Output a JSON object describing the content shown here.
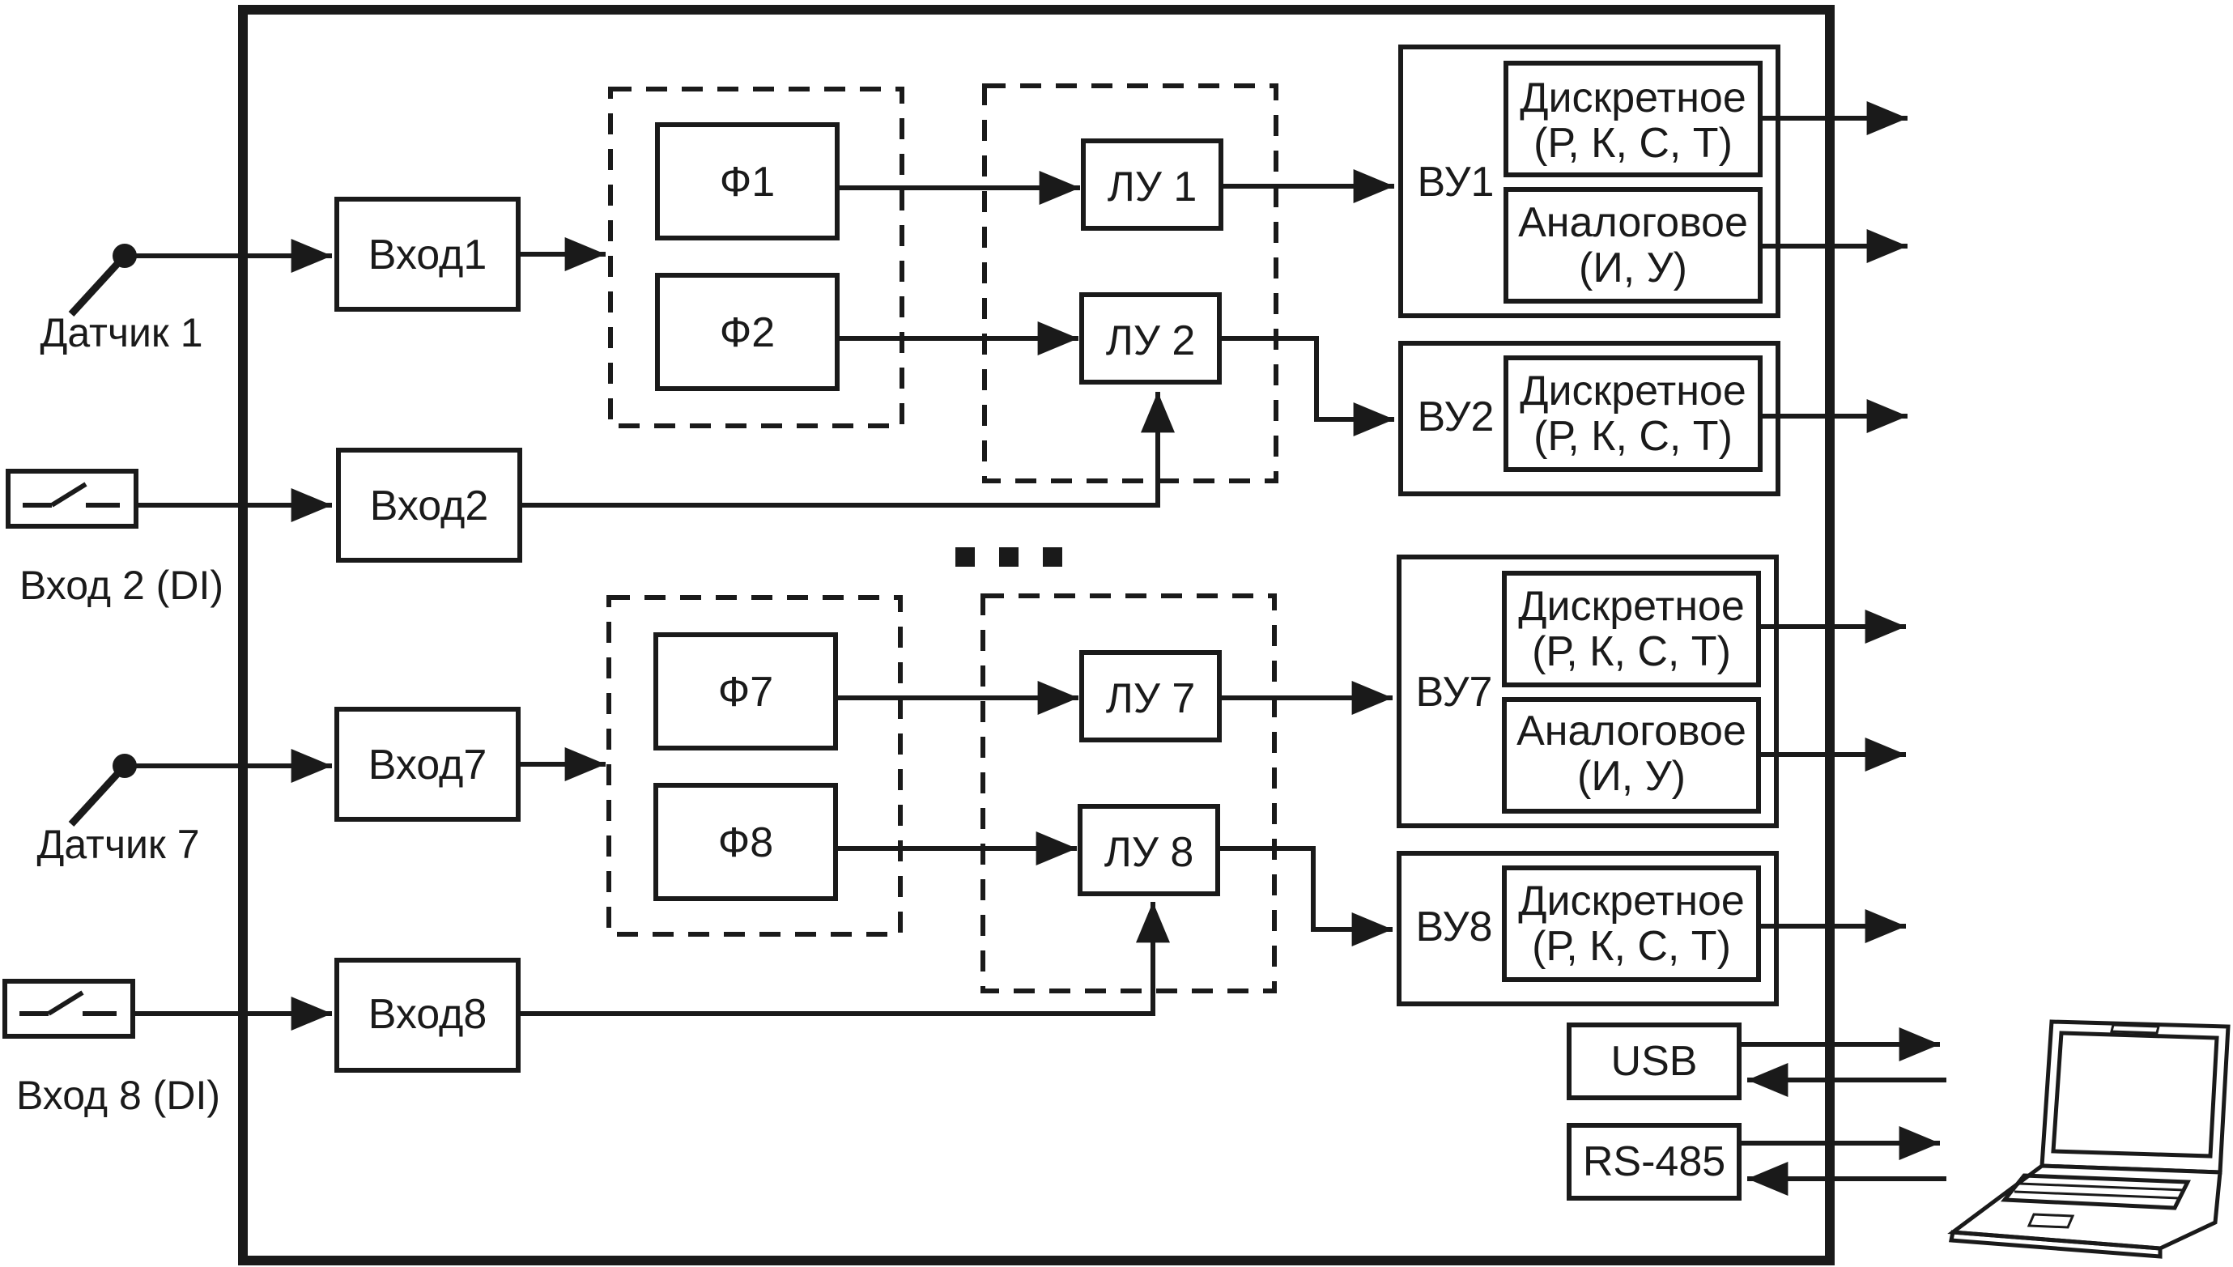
{
  "sensors": [
    {
      "label": "Датчик 1"
    },
    {
      "label": "Датчик 7"
    }
  ],
  "discrete_inputs": [
    {
      "label": "Вход 2 (DI)"
    },
    {
      "label": "Вход 8 (DI)"
    }
  ],
  "inputs": [
    "Вход1",
    "Вход2",
    "Вход7",
    "Вход8"
  ],
  "filters": [
    "Ф1",
    "Ф2",
    "Ф7",
    "Ф8"
  ],
  "logic_units": [
    "ЛУ 1",
    "ЛУ 2",
    "ЛУ 7",
    "ЛУ 8"
  ],
  "output_units": [
    "ВУ1",
    "ВУ2",
    "ВУ7",
    "ВУ8"
  ],
  "output_types": {
    "discrete_line1": "Дискретное",
    "discrete_line2": "(Р, К, С, Т)",
    "analog_line1": "Аналоговое",
    "analog_line2": "(И, У)"
  },
  "interfaces": [
    "USB",
    "RS-485"
  ]
}
